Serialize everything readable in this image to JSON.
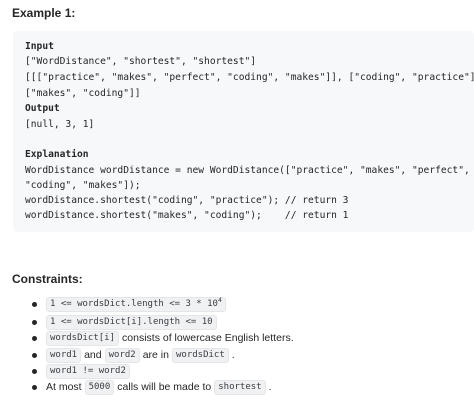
{
  "example": {
    "title": "Example 1:",
    "input_label": "Input",
    "input_line1": "[\"WordDistance\", \"shortest\", \"shortest\"]",
    "input_line2": "[[[\"practice\", \"makes\", \"perfect\", \"coding\", \"makes\"]], [\"coding\", \"practice\"],",
    "input_line3": "[\"makes\", \"coding\"]]",
    "output_label": "Output",
    "output_line": "[null, 3, 1]",
    "explanation_label": "Explanation",
    "expl_line1": "WordDistance wordDistance = new WordDistance([\"practice\", \"makes\", \"perfect\",",
    "expl_line2": "\"coding\", \"makes\"]);",
    "expl_line3": "wordDistance.shortest(\"coding\", \"practice\"); // return 3",
    "expl_line4": "wordDistance.shortest(\"makes\", \"coding\");    // return 1"
  },
  "constraints": {
    "title": "Constraints:",
    "c1_code": "1 <= wordsDict.length <= 3 * 10",
    "c1_sup": "4",
    "c2_code": "1 <= wordsDict[i].length <= 10",
    "c3_code": "wordsDict[i]",
    "c3_text": "consists of lowercase English letters.",
    "c4_code_a": "word1",
    "c4_and": "and",
    "c4_code_b": "word2",
    "c4_text": "are in",
    "c4_code_c": "wordsDict",
    "c4_end": ".",
    "c5_code": "word1 != word2",
    "c6_text_a": "At most",
    "c6_code_a": "5000",
    "c6_text_b": "calls will be made to",
    "c6_code_b": "shortest",
    "c6_end": "."
  }
}
